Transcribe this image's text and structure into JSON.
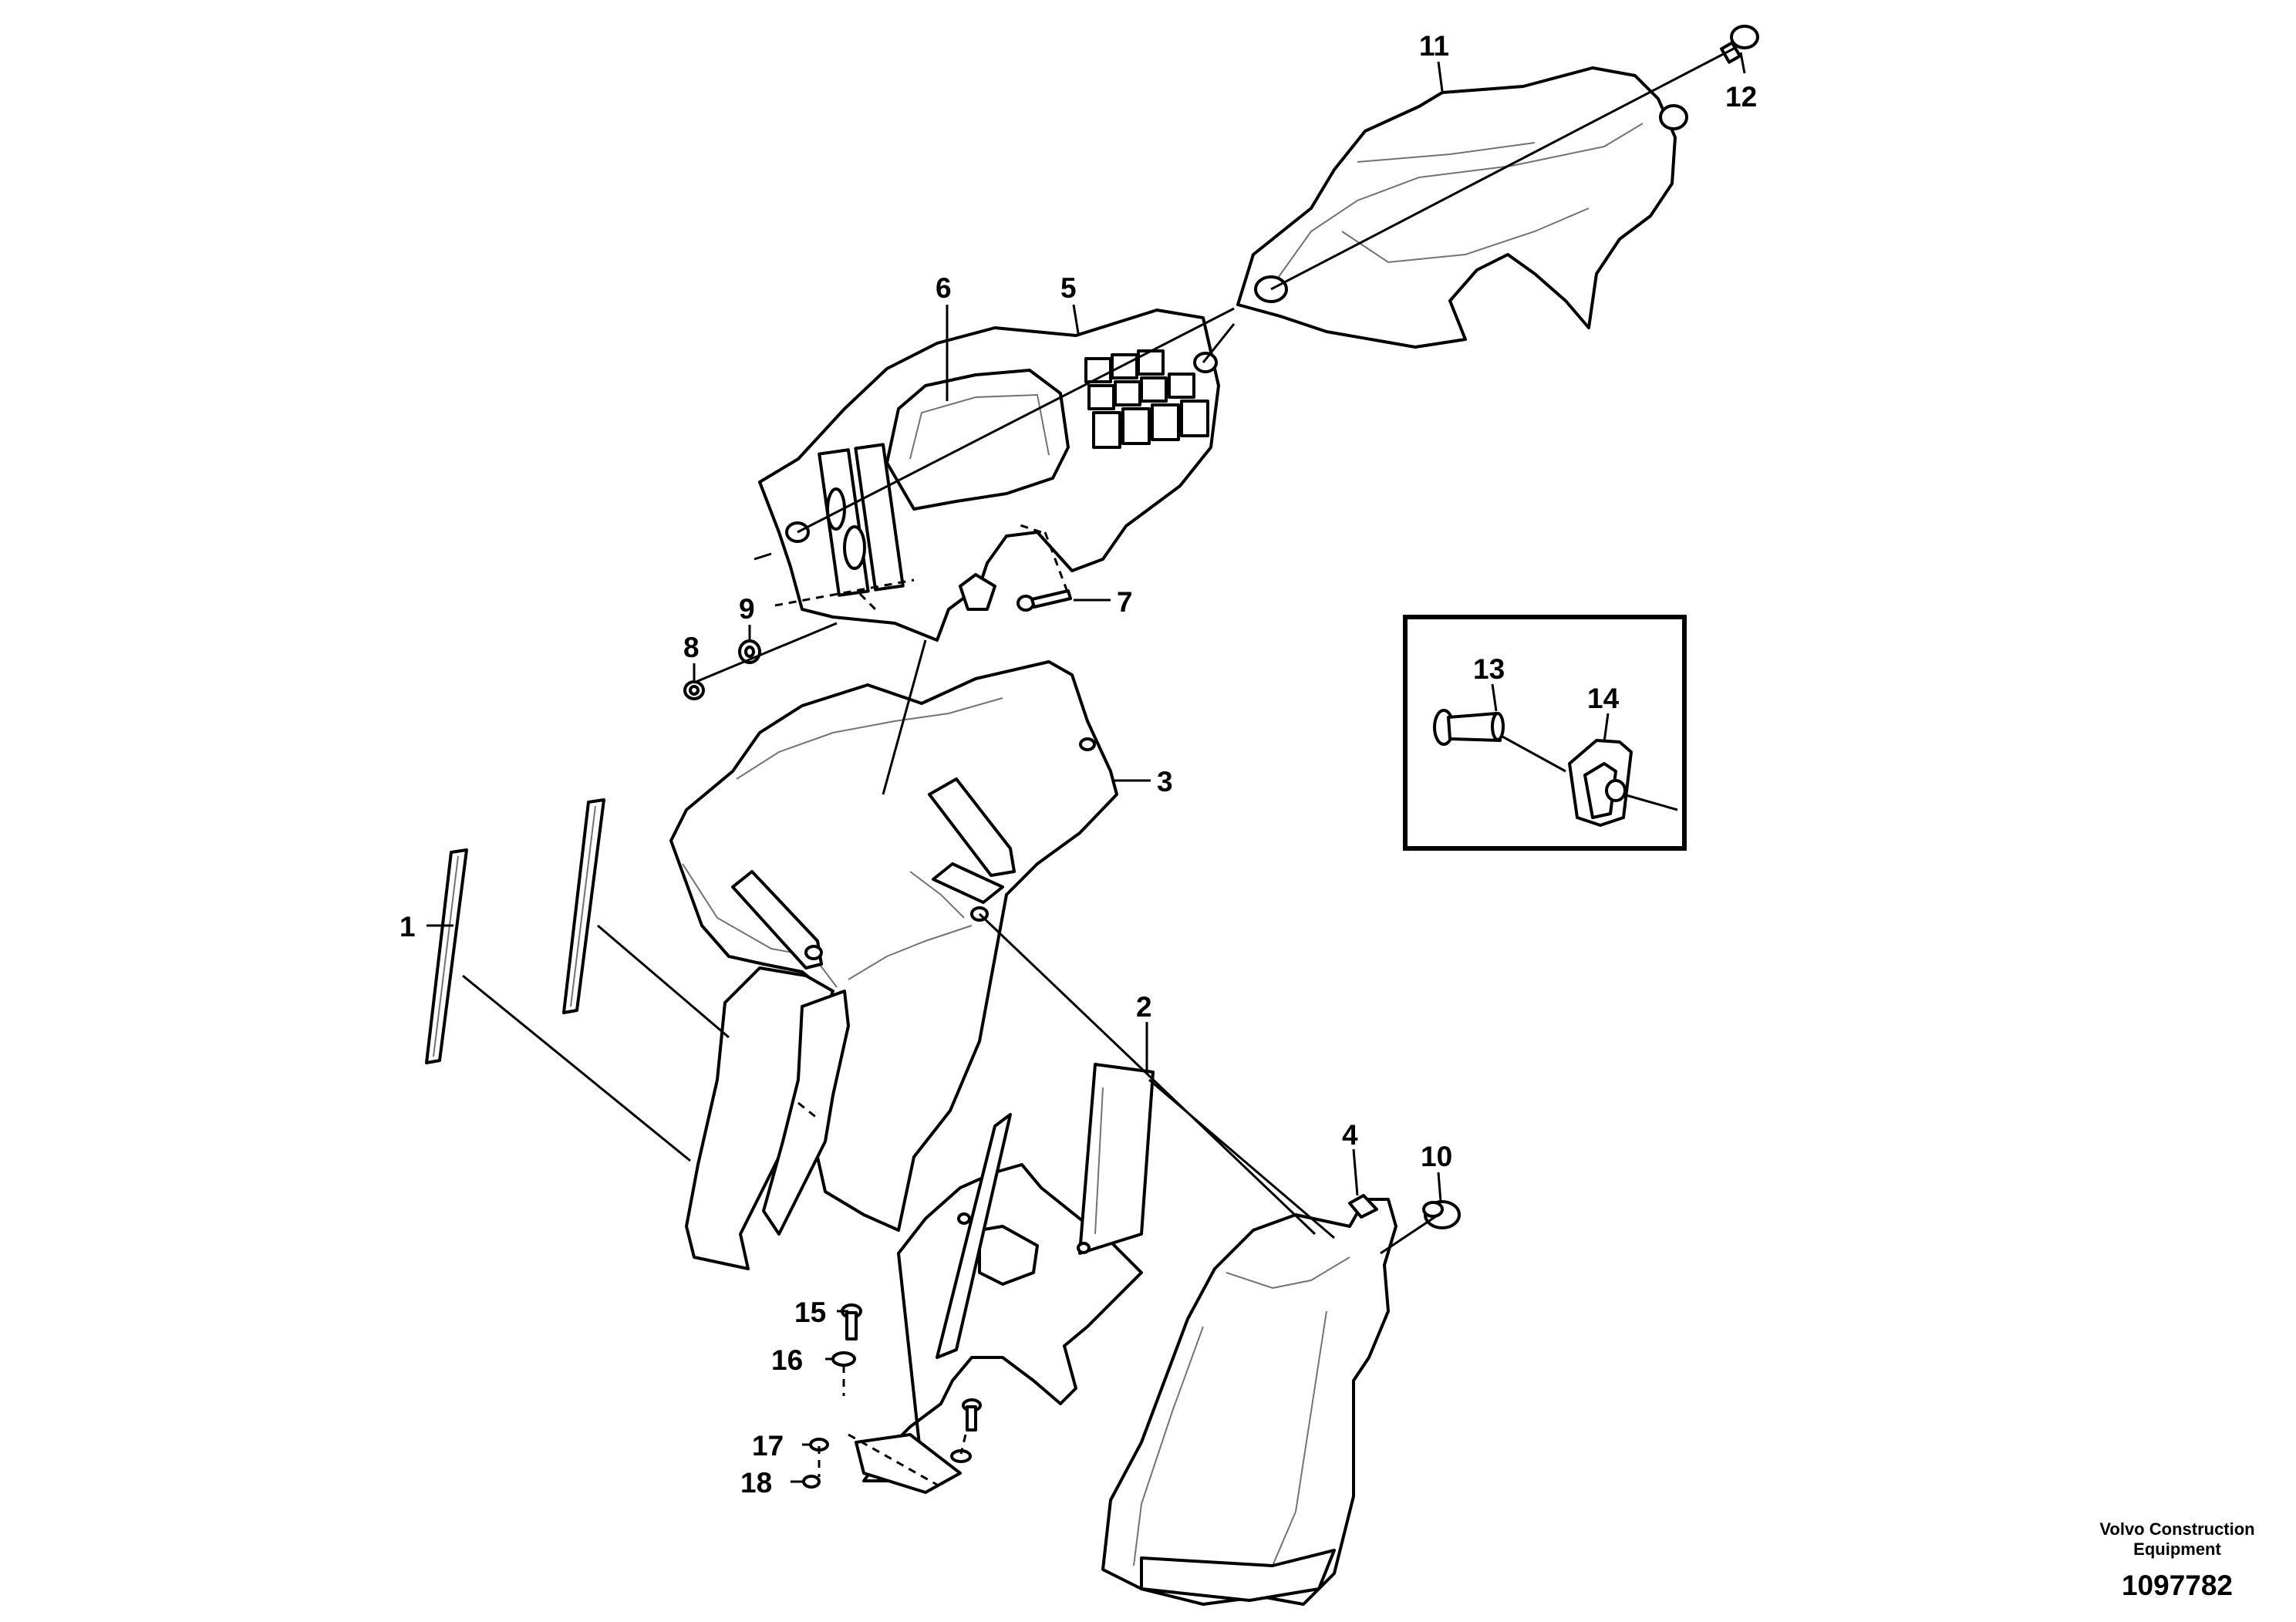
{
  "diagram": {
    "callouts": [
      "1",
      "2",
      "3",
      "4",
      "5",
      "6",
      "7",
      "8",
      "9",
      "10",
      "11",
      "12",
      "13",
      "14",
      "15",
      "16",
      "17",
      "18"
    ],
    "manufacturer": "Volvo Construction",
    "manufacturer_line2": "Equipment",
    "drawing_number": "1097782"
  }
}
